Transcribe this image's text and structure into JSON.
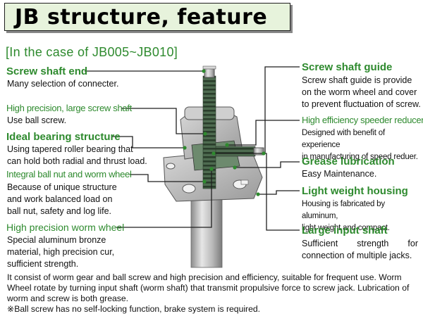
{
  "header": {
    "title": "JB structure, feature"
  },
  "subtitle": "[In the case of JB005~JB010]",
  "left": [
    {
      "label": "Screw shaft end",
      "desc": "Many selection of connecter."
    },
    {
      "label": "High precision, large screw shaft",
      "desc": "Use ball screw."
    },
    {
      "label": "Ideal bearing structure",
      "desc_lines": [
        "Using tapered roller bearing that",
        "can hold both radial and thrust load."
      ]
    },
    {
      "label": "Integral ball nut and worm wheel",
      "desc_lines": [
        "Because of unique structure",
        "and work balanced load on",
        "ball nut, safety and log life."
      ]
    },
    {
      "label": "High precision worm wheel",
      "desc_lines": [
        "Special aluminum bronze",
        "material, high precision cur,",
        "sufficient strength."
      ]
    }
  ],
  "right": [
    {
      "label": "Screw shaft guide",
      "desc_lines": [
        "Screw shaft guide is provide",
        "on the worm wheel and cover",
        "to prevent fluctuation of screw."
      ]
    },
    {
      "label": "High efficiency speeder reducer",
      "desc_lines": [
        "Designed with benefit of experience",
        "in manufacturing of speed reduer."
      ]
    },
    {
      "label": "Grease lubrication",
      "desc": "Easy Maintenance."
    },
    {
      "label": "Light weight housing",
      "desc_lines": [
        "Housing is fabricated by aluminum,",
        "light weight and compact."
      ]
    },
    {
      "label": "Large input shaft",
      "desc_lines": [
        "Sufficient strength for",
        "connection of multiple jacks."
      ]
    }
  ],
  "footer": {
    "paragraph": "It consist of worm gear and ball screw and high precision and efficiency, suitable for frequent use. Worm Wheel rotate by turning input shaft (worm shaft) that transmit propulsive force to screw jack. Lubrication of worm and screw is both grease.",
    "note": "※Ball screw has no self-locking function, brake system is required."
  },
  "colors": {
    "accent": "#2e8a2e",
    "banner_bg": "#e7f3dc",
    "text": "#111111"
  }
}
